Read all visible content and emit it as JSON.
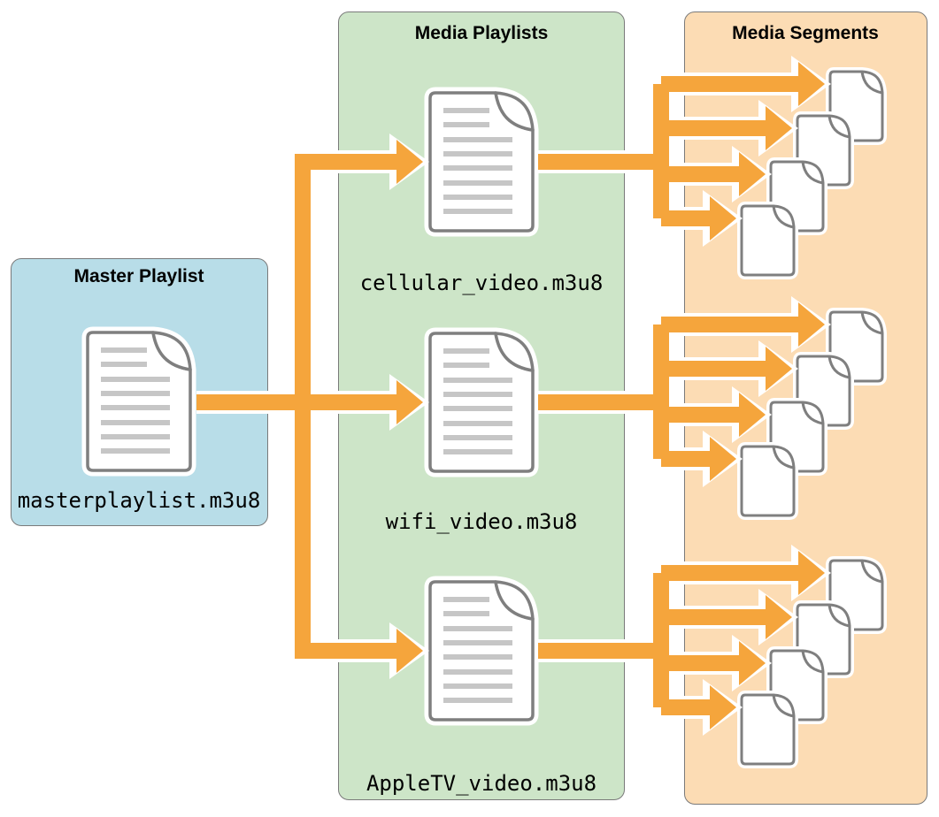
{
  "diagram": {
    "panels": {
      "master_playlist": {
        "title": "Master Playlist",
        "file_label": "masterplaylist.m3u8",
        "fill": "#b8dde8",
        "document_icon": "lined-document-icon"
      },
      "media_playlists": {
        "title": "Media Playlists",
        "fill": "#cde5c8",
        "document_icon": "lined-document-icon",
        "items": [
          "cellular_video.m3u8",
          "wifi_video.m3u8",
          "AppleTV_video.m3u8"
        ]
      },
      "media_segments": {
        "title": "Media Segments",
        "fill": "#fcdcb4",
        "document_icon": "blank-document-icon",
        "segments_per_playlist": 4
      }
    },
    "connections": {
      "master_to_playlists": 3,
      "playlist_to_segments": 4
    },
    "colors": {
      "arrow": "#f5a53c",
      "arrow_outline": "#ffffff",
      "panel_border": "#7a7a7a",
      "doc_border": "#7f7f7f",
      "doc_line": "#c6c6c6",
      "doc_fill": "#ffffff",
      "text": "#000000",
      "background": "#ffffff"
    }
  }
}
